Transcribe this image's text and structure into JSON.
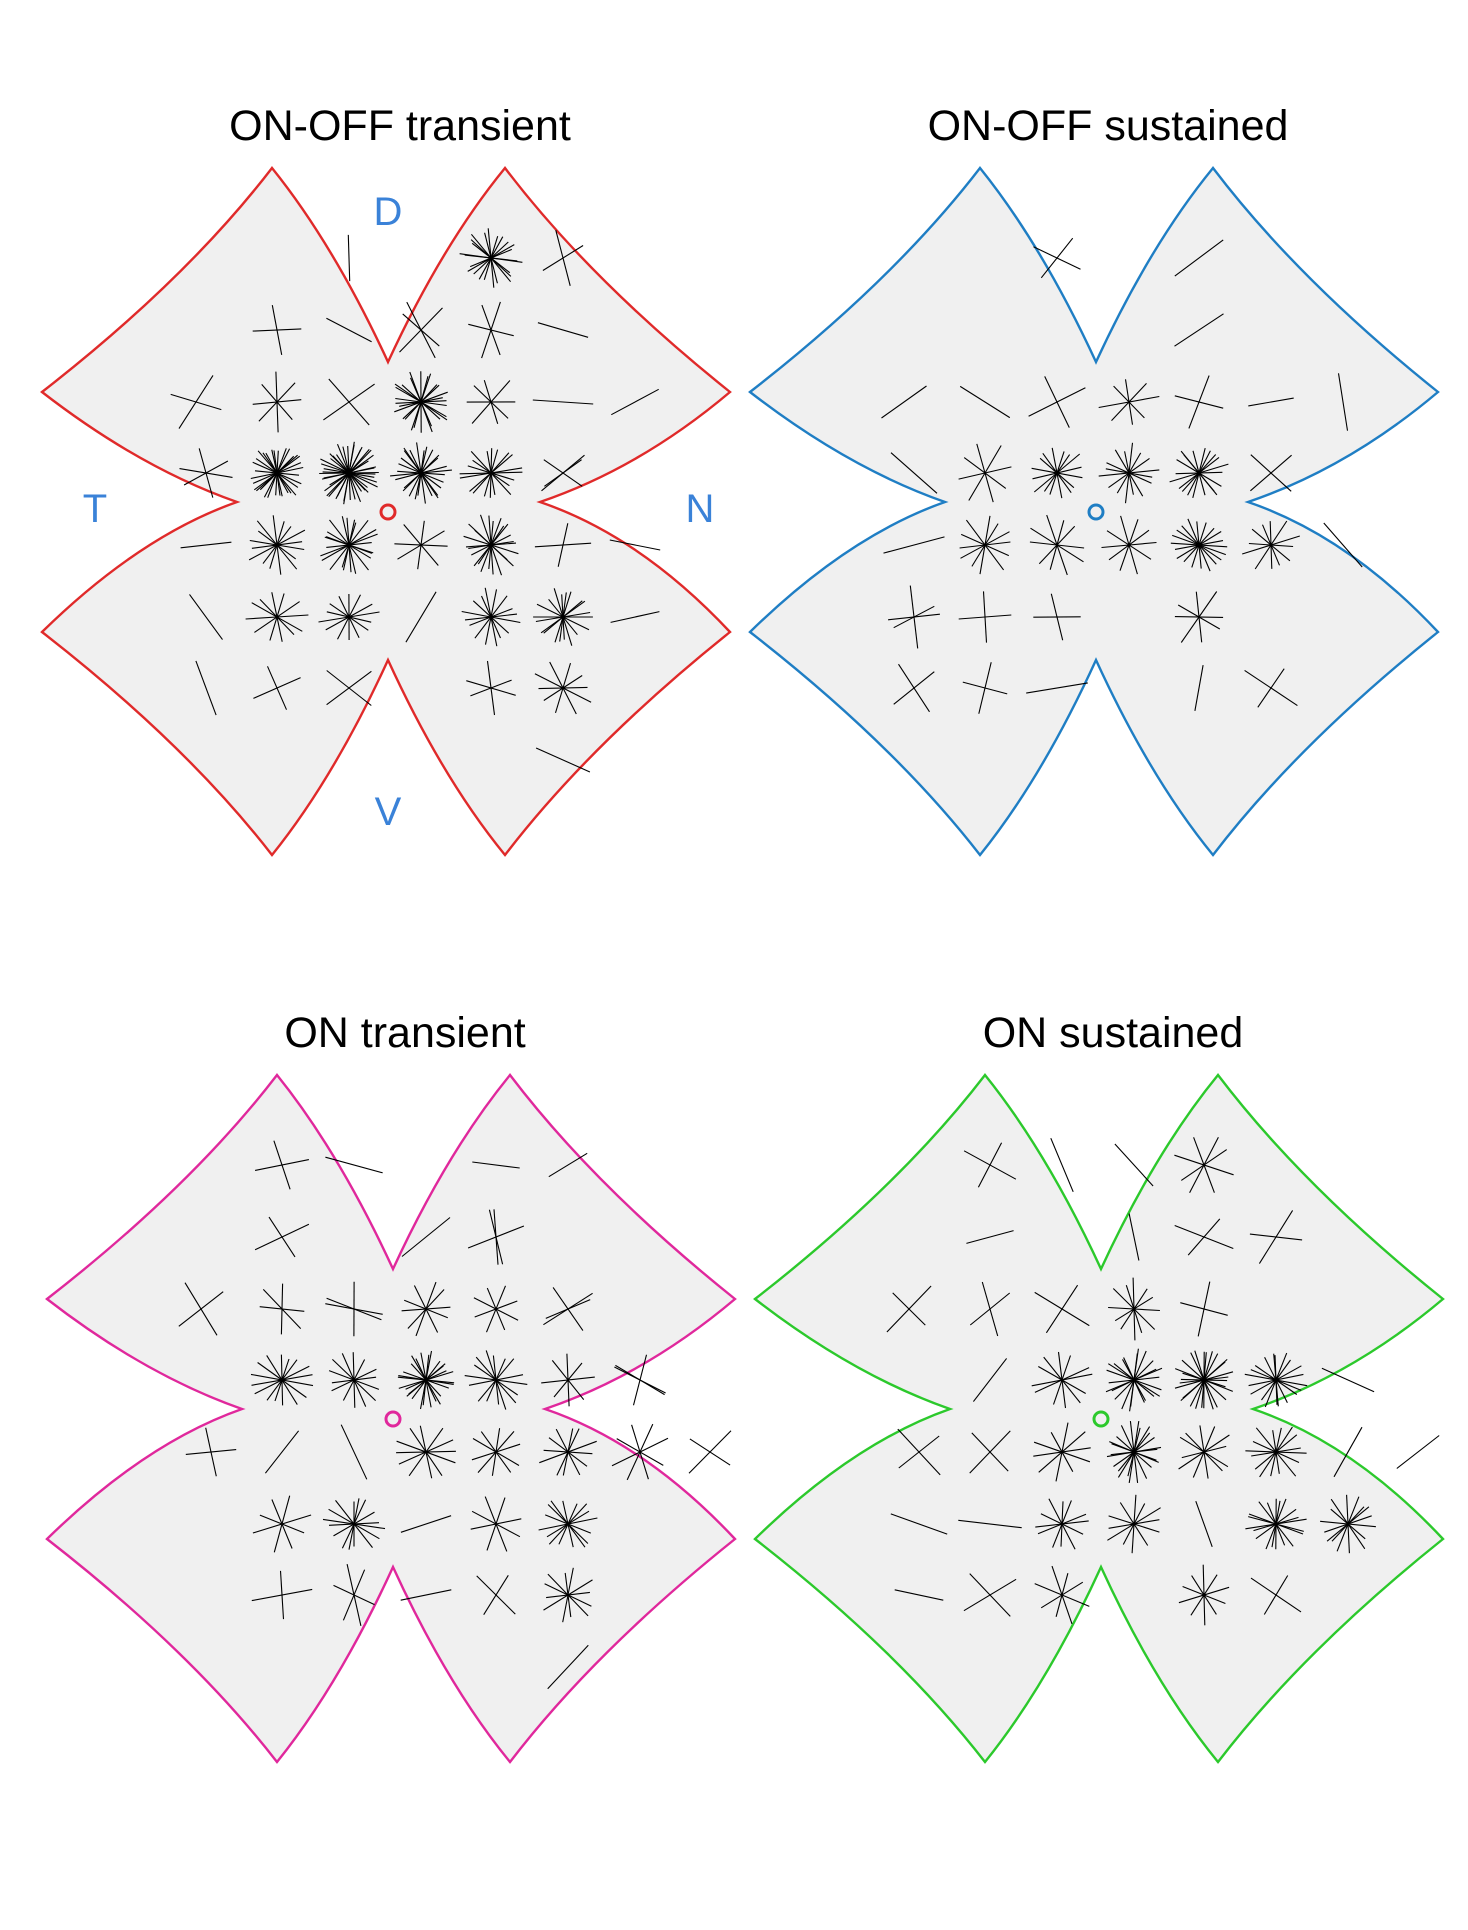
{
  "orientation_colors": {
    "label": "#3a82d8"
  },
  "panels": [
    {
      "title": "ON-OFF transient",
      "outline_color": "#e02a2a",
      "orientation_labels": {
        "dorsal": "D",
        "ventral": "V",
        "temporal": "T",
        "nasal": "N"
      },
      "rows": [
        [
          0,
          0,
          1,
          0,
          12,
          2
        ],
        [
          0,
          2,
          1,
          3,
          3,
          1
        ],
        [
          2,
          4,
          2,
          14,
          4,
          1,
          1
        ],
        [
          3,
          16,
          22,
          14,
          10,
          3
        ],
        [
          1,
          8,
          12,
          4,
          12,
          2,
          1
        ],
        [
          1,
          6,
          7,
          1,
          8,
          10,
          1
        ],
        [
          1,
          2,
          2,
          0,
          3,
          5
        ],
        [
          0,
          0,
          0,
          0,
          0,
          1
        ]
      ]
    },
    {
      "title": "ON-OFF sustained",
      "outline_color": "#1f7ec4",
      "orientation_labels": {
        "dorsal": "",
        "ventral": "",
        "temporal": "",
        "nasal": ""
      },
      "rows": [
        [
          0,
          0,
          2,
          0,
          1,
          0
        ],
        [
          0,
          0,
          0,
          0,
          1,
          0
        ],
        [
          1,
          1,
          2,
          4,
          2,
          1,
          1
        ],
        [
          1,
          4,
          8,
          8,
          10,
          2
        ],
        [
          1,
          6,
          5,
          5,
          10,
          6,
          1
        ],
        [
          3,
          2,
          2,
          0,
          4,
          0
        ],
        [
          2,
          2,
          1,
          0,
          1,
          2
        ],
        [
          0,
          0,
          0,
          0,
          0,
          0
        ]
      ]
    },
    {
      "title": "ON transient",
      "outline_color": "#e0289c",
      "orientation_labels": {
        "dorsal": "",
        "ventral": "",
        "temporal": "",
        "nasal": ""
      },
      "rows": [
        [
          0,
          2,
          1,
          0,
          1,
          1
        ],
        [
          0,
          2,
          0,
          1,
          3,
          0
        ],
        [
          2,
          3,
          3,
          5,
          4,
          3
        ],
        [
          0,
          8,
          7,
          14,
          8,
          4,
          3
        ],
        [
          2,
          1,
          1,
          6,
          5,
          6,
          4,
          2
        ],
        [
          0,
          4,
          8,
          1,
          4,
          8
        ],
        [
          0,
          2,
          3,
          1,
          2,
          6
        ],
        [
          0,
          0,
          0,
          0,
          0,
          1
        ]
      ]
    },
    {
      "title": "ON sustained",
      "outline_color": "#2cc92c",
      "orientation_labels": {
        "dorsal": "",
        "ventral": "",
        "temporal": "",
        "nasal": ""
      },
      "rows": [
        [
          0,
          2,
          1,
          1,
          4
        ],
        [
          0,
          1,
          0,
          1,
          2,
          2
        ],
        [
          2,
          2,
          2,
          6,
          2
        ],
        [
          0,
          1,
          6,
          12,
          14,
          10,
          1
        ],
        [
          2,
          2,
          5,
          12,
          6,
          8,
          1,
          1
        ],
        [
          1,
          1,
          6,
          6,
          1,
          10,
          8
        ],
        [
          1,
          2,
          4,
          0,
          5,
          2
        ],
        [
          0,
          0,
          0,
          0,
          0,
          0
        ]
      ]
    }
  ]
}
